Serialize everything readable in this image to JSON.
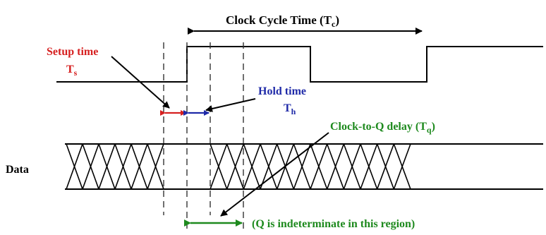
{
  "title_main": "Clock Cycle Time (T",
  "title_sub": "c",
  "title_end": ")",
  "setup_label": "Setup time",
  "setup_symbol": "T",
  "setup_sub": "s",
  "hold_label": "Hold time",
  "hold_symbol": "T",
  "hold_sub": "h",
  "clock_to_q_main": "Clock-to-Q delay (T",
  "clock_to_q_sub": "q",
  "clock_to_q_end": ")",
  "data_label": "Data",
  "q_note": "(Q is indeterminate in this region)",
  "colors": {
    "setup": "#d62020",
    "hold": "#1f2aa8",
    "clock_to_q": "#1e8a1e",
    "line": "#000000"
  }
}
